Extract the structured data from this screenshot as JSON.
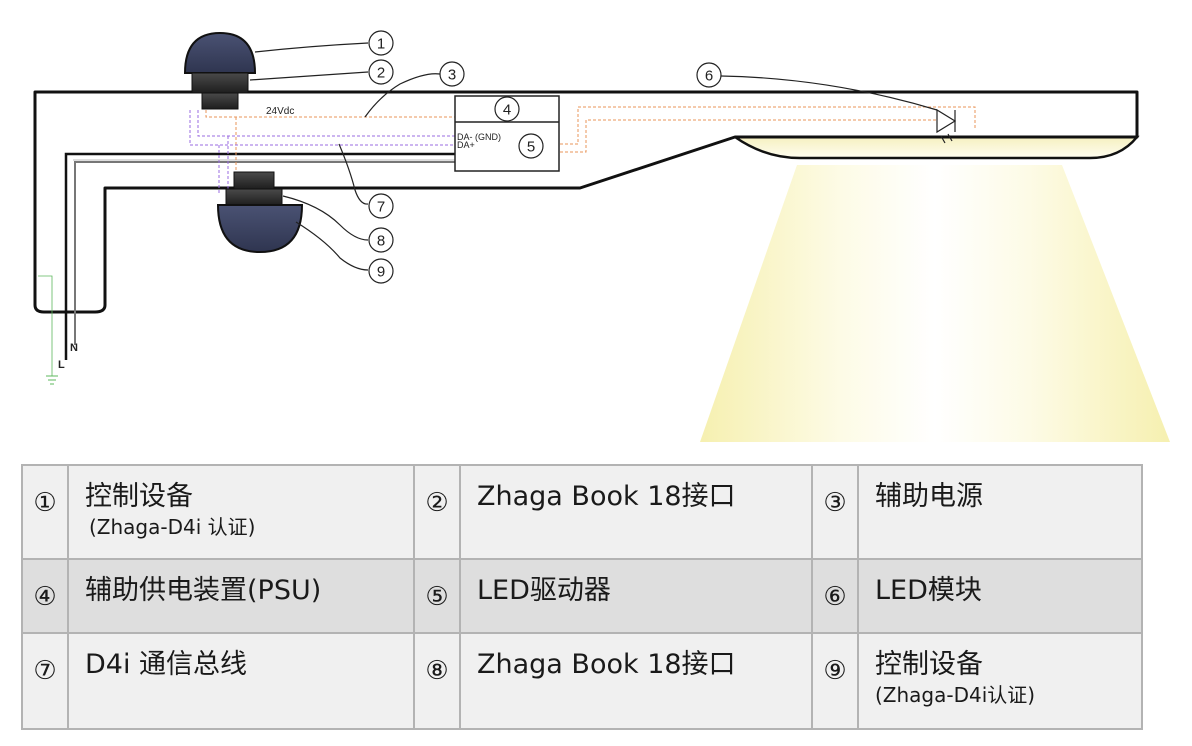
{
  "diagram": {
    "labels": {
      "voltage": "24Vdc",
      "da_minus": "DA- (GND)",
      "da_plus": "DA+",
      "neutral": "N",
      "live": "L"
    },
    "callouts": [
      "1",
      "2",
      "3",
      "4",
      "5",
      "6",
      "7",
      "8",
      "9"
    ],
    "colors": {
      "controller_dome": "#3d4560",
      "connector": "#2e2e2e",
      "dali_wire": "#9a6be0",
      "power_wire": "#e8955a",
      "earth_wire": "#5cb85c",
      "light_beam": "#f7f2b8"
    }
  },
  "legend": {
    "rows": [
      [
        {
          "num": "①",
          "text": "控制设备",
          "sub": "(Zhaga-D4i 认证)"
        },
        {
          "num": "②",
          "text": "Zhaga Book 18接口",
          "sub": ""
        },
        {
          "num": "③",
          "text": "辅助电源",
          "sub": ""
        }
      ],
      [
        {
          "num": "④",
          "text": "辅助供电装置(PSU)",
          "sub": ""
        },
        {
          "num": "⑤",
          "text": "LED驱动器",
          "sub": ""
        },
        {
          "num": "⑥",
          "text": "LED模块",
          "sub": ""
        }
      ],
      [
        {
          "num": "⑦",
          "text": "D4i 通信总线",
          "sub": ""
        },
        {
          "num": "⑧",
          "text": "Zhaga Book 18接口",
          "sub": ""
        },
        {
          "num": "⑨",
          "text": "控制设备",
          "sub": "(Zhaga-D4i认证)"
        }
      ]
    ]
  }
}
